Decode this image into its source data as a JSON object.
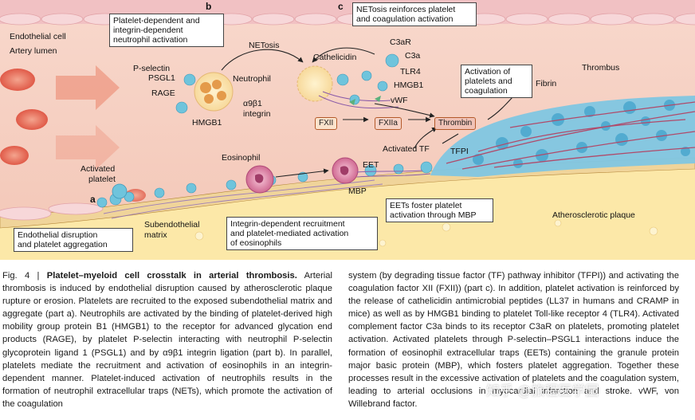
{
  "figure": {
    "panel_labels": {
      "a": "a",
      "b": "b",
      "c": "c"
    },
    "labels": {
      "endothelial_cell": "Endothelial cell",
      "artery_lumen": "Artery lumen",
      "box_b": "Platelet-dependent and integrin-dependent neutrophil activation",
      "box_b_line1": "Platelet-dependent and",
      "box_b_line2": "integrin-dependent",
      "box_b_line3": "neutrophil activation",
      "box_c_line1": "NETosis reinforces platelet",
      "box_c_line2": "and coagulation activation",
      "netosis": "NETosis",
      "p_selectin": "P-selectin",
      "psgl1": "PSGL1",
      "neutrophil": "Neutrophil",
      "rage": "RAGE",
      "a9b1_line1": "α9β1",
      "a9b1_line2": "integrin",
      "hmgb1_left": "HMGB1",
      "cathelicidin": "Cathelicidin",
      "c3ar": "C3aR",
      "c3a": "C3a",
      "tlr4": "TLR4",
      "hmgb1_right": "HMGB1",
      "vwf": "vWF",
      "fxii": "FXII",
      "fxiia": "FXIIa",
      "thrombin": "Thrombin",
      "activation_line1": "Activation of",
      "activation_line2": "platelets and",
      "activation_line3": "coagulation",
      "thrombus": "Thrombus",
      "fibrin": "Fibrin",
      "activated_tf": "Activated TF",
      "tfpi": "TFPI",
      "eosinophil": "Eosinophil",
      "eet": "EET",
      "mbp": "MBP",
      "activated_platelet_line1": "Activated",
      "activated_platelet_line2": "platelet",
      "box_eet_line1": "EETs foster platelet",
      "box_eet_line2": "activation through MBP",
      "atherosclerotic_plaque": "Atherosclerotic plaque",
      "subendothelial_line1": "Subendothelial",
      "subendothelial_line2": "matrix",
      "box_a_line1": "Endothelial disruption",
      "box_a_line2": "and platelet aggregation",
      "box_int_line1": "Integrin-dependent recruitment",
      "box_int_line2": "and platelet-mediated activation",
      "box_int_line3": "of eosinophils"
    },
    "colors": {
      "lumen": "#f6d3c6",
      "vessel_wall": "#f3c4c4",
      "plaque": "#fbe7a6",
      "platelet": "#6fc4dc",
      "fibrin": "#b04a6a",
      "eosinophil": "#d06a92",
      "arrow_red": "#e05a4a"
    }
  },
  "caption": {
    "fig_no": "Fig. 4 | ",
    "title": "Platelet–myeloid cell crosstalk in arterial thrombosis.",
    "col1": "Arterial thrombosis is induced by endothelial disruption caused by atherosclerotic plaque rupture or erosion. Platelets are recruited to the exposed subendothelial matrix and aggregate (part a). Neutrophils are activated by the binding of platelet-derived high mobility group protein B1 (HMGB1) to the receptor for advanced glycation end products (RAGE), by platelet P-selectin interacting with neutrophil P-selectin glycoprotein ligand 1 (PSGL1) and by α9β1 integrin ligation (part b). In parallel, platelets mediate the recruitment and activation of eosinophils in an integrin-dependent manner. Platelet-induced activation of neutrophils results in the formation of neutrophil extracellular traps (NETs), which promote the activation of the coagulation",
    "col2": "system (by degrading tissue factor (TF) pathway inhibitor (TFPI)) and activating the coagulation factor XII (FXII)) (part c). In addition, platelet activation is reinforced by the release of cathelicidin antimicrobial peptides (LL37 in humans and CRAMP in mice) as well as by HMGB1 binding to platelet Toll-like receptor 4 (TLR4). Activated complement factor C3a binds to its receptor C3aR on platelets, promoting platelet activation. Activated platelets through P-selectin–PSGL1 interactions induce the formation of eosinophil extracellular traps (EETs) containing the granule protein major basic protein (MBP), which fosters platelet aggregation. Together these processes result in the excessive activation of platelets and the coagulation system, leading to arterial occlusions in myocardial infarction and stroke. vWF, von Willebrand factor."
  },
  "watermark": "知乎 @旅程医学园"
}
